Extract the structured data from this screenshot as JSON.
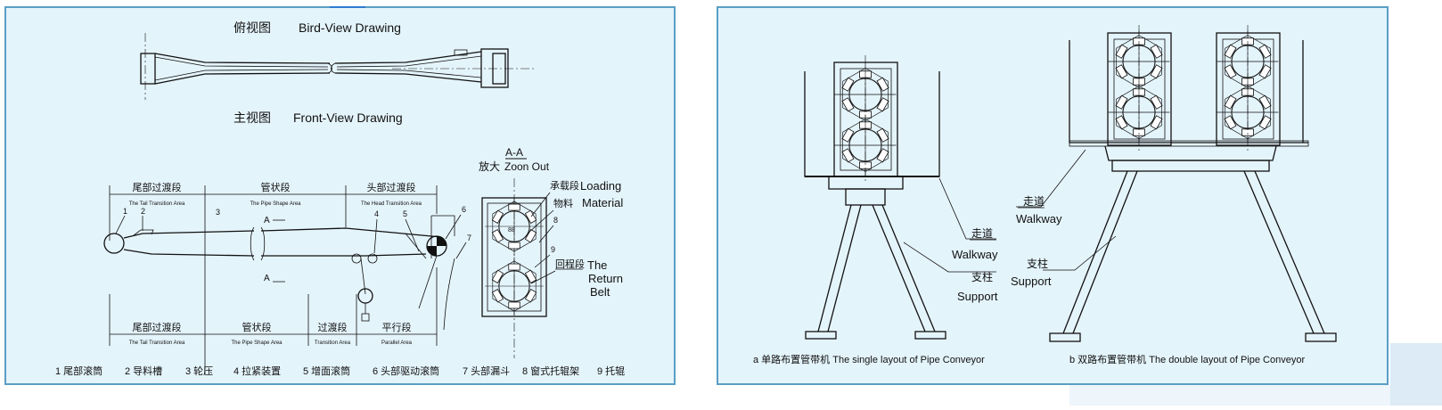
{
  "figure_a": {
    "view_top": {
      "zh": "俯视图",
      "en": "Bird-View Drawing"
    },
    "view_front": {
      "zh": "主视图",
      "en": "Front-View Drawing"
    },
    "section": {
      "label": "A-A",
      "zh": "放大",
      "en": "Zoon Out"
    },
    "section_markers": {
      "top": "A",
      "bottom": "A"
    },
    "top_dims": [
      {
        "zh": "尾部过渡段",
        "en": "The Tail Transition Area"
      },
      {
        "zh": "管状段",
        "en": "The Pipe Shape Area"
      },
      {
        "zh": "头部过渡段",
        "en": "The Head Transition Area"
      }
    ],
    "bottom_dims": [
      {
        "zh": "尾部过渡段",
        "en": "The Tail Transition Area"
      },
      {
        "zh": "管状段",
        "en": "The Pipe Shape Area"
      },
      {
        "zh": "过渡段",
        "en": "Transition Area"
      },
      {
        "zh": "平行段",
        "en": "Parallel Area"
      }
    ],
    "callout_numbers": [
      "1",
      "2",
      "3",
      "4",
      "5",
      "6",
      "7",
      "8",
      "9"
    ],
    "loading": {
      "zh": "承载段",
      "en1": "Loading",
      "zh2": "物料",
      "en2": "Material"
    },
    "return_belt": {
      "zh": "回程段",
      "en1": "The",
      "en2": "Return",
      "en3": "Belt"
    },
    "legend": [
      "1 尾部滚筒",
      "2 导料槽",
      "3 轮压",
      "4 拉紧装置",
      "5 增面滚筒",
      "6 头部驱动滚筒",
      "7 头部漏斗",
      "8 窗式托辊架",
      "9 托辊"
    ]
  },
  "figure_b": {
    "single": {
      "walkway_zh": "走道",
      "walkway_en": "Walkway",
      "support_zh": "支柱",
      "support_en": "Support",
      "caption": "a 单路布置管带机 The single layout of Pipe Conveyor"
    },
    "double": {
      "walkway_zh": "走道",
      "walkway_en": "Walkway",
      "support_zh": "支柱",
      "support_en": "Support",
      "caption": "b 双路布置管带机 The double layout of Pipe Conveyor"
    }
  }
}
